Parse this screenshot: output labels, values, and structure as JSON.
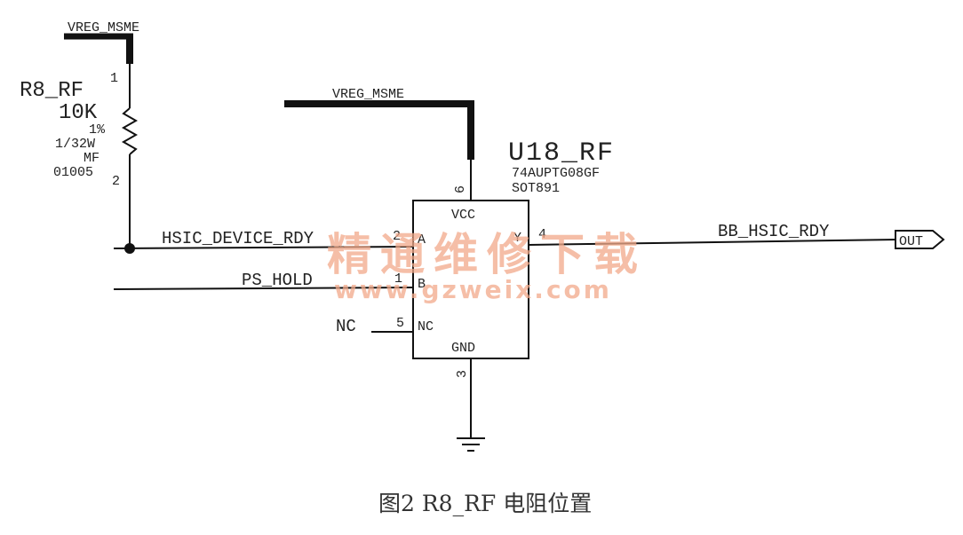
{
  "nets": {
    "power_left": "VREG_MSME",
    "power_mid": "VREG_MSME",
    "hsic_device": "HSIC_DEVICE_RDY",
    "ps_hold": "PS_HOLD",
    "nc": "NC",
    "bb_hsic": "BB_HSIC_RDY",
    "out_port": "OUT"
  },
  "resistor": {
    "ref": "R8_RF",
    "value": "10K",
    "tolerance": "1%",
    "power": "1/32W",
    "type": "MF",
    "package": "01005",
    "pin1": "1",
    "pin2": "2"
  },
  "chip": {
    "ref": "U18_RF",
    "part": "74AUPTG08GF",
    "package": "SOT891",
    "vcc": "VCC",
    "gnd": "GND",
    "pin_a_name": "A",
    "pin_b_name": "B",
    "pin_nc_name": "NC",
    "pin_y_name": "Y",
    "pin_vcc_num": "6",
    "pin_a_num": "2",
    "pin_b_num": "1",
    "pin_nc_num": "5",
    "pin_y_num": "4",
    "pin_gnd_num": "3"
  },
  "watermark": {
    "cn": "精通维修下载",
    "url": "www.gzweix.com"
  },
  "caption": "图2 R8_RF 电阻位置"
}
